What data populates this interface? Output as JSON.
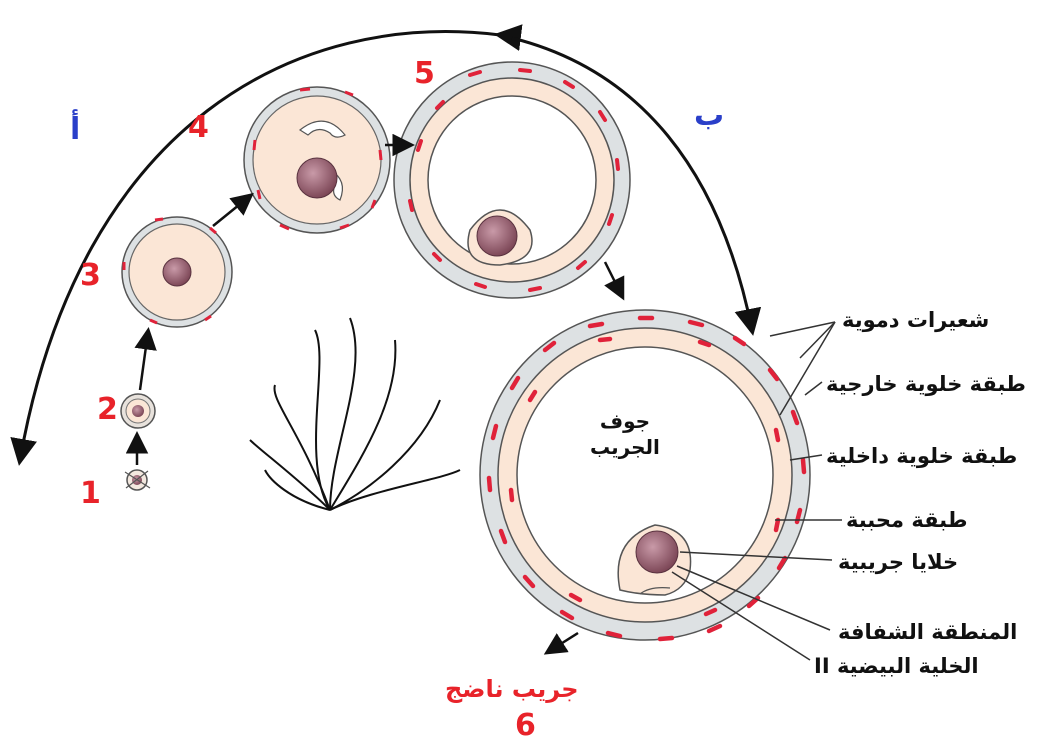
{
  "stage_numbers": [
    "1",
    "2",
    "3",
    "4",
    "5",
    "6"
  ],
  "paths": {
    "a": "أ",
    "b": "ب"
  },
  "cavity_label": [
    "جوف",
    "الجريب"
  ],
  "mature_follicle": "جريب ناضج",
  "annotations": {
    "capillaries": "شعيرات دموية",
    "theca_externa": "طبقة خلوية خارجية",
    "theca_interna": "طبقة خلوية داخلية",
    "granulosa": "طبقة محببة",
    "cumulus_cells": "خلايا جريبية",
    "zona_pellucida": "المنطقة الشفافة",
    "oocyte_ii": "الخلية البيضية II"
  },
  "colors": {
    "numbers": "#e8232a",
    "letters": "#2a3fc9",
    "cytoplasm": "#fbe6d6",
    "theca": "#d8dde0",
    "nucleus": "#a86f80",
    "vessels": "#e0223a"
  }
}
